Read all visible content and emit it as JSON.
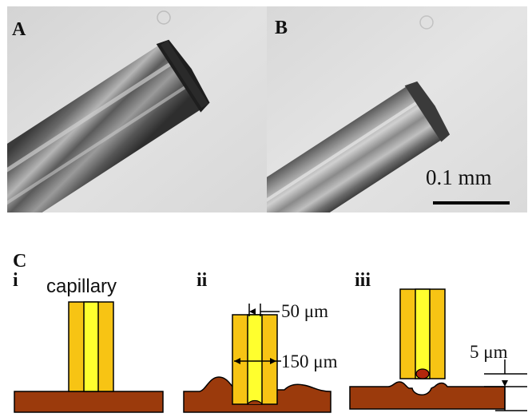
{
  "photos": {
    "panel_a": {
      "label": "A",
      "description": "micrograph-capillary-tip-before"
    },
    "panel_b": {
      "label": "B",
      "description": "micrograph-capillary-tip-after"
    },
    "scale_bar": {
      "text": "0.1 mm"
    }
  },
  "diagram": {
    "panel_label": "C",
    "steps": [
      {
        "numeral": "i"
      },
      {
        "numeral": "ii"
      },
      {
        "numeral": "iii"
      }
    ],
    "capillary_label": "capillary",
    "dimensions": {
      "inner_width": "50 μm",
      "outer_width": "150 μm",
      "gap": "5 μm"
    },
    "colors": {
      "capillary_fill": "#F7C414",
      "capillary_bore": "#FFFF2E",
      "substrate": "#9B3A0C",
      "droplet": "#B3260C",
      "photo_bg": "#DEDEDE"
    }
  }
}
